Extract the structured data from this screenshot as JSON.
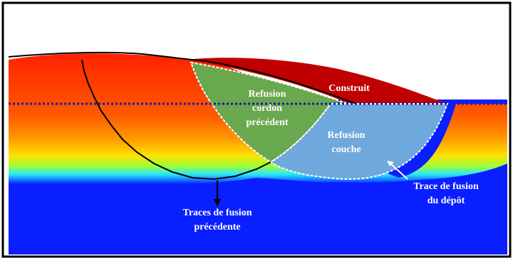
{
  "labels": {
    "construit": "Construit",
    "refusion_cordon": [
      "Refusion",
      "cordon",
      "précédent"
    ],
    "refusion_couche": [
      "Refusion",
      "couche"
    ],
    "trace_depot": [
      "Trace de fusion",
      "du dépôt"
    ],
    "traces_precedente": [
      "Traces de fusion",
      "précédente"
    ]
  },
  "colors": {
    "substrate": "#0a1fff",
    "hot_red": "#ff2a00",
    "orange": "#ff7a00",
    "yellow": "#ffd400",
    "construit": "#c00000",
    "refusion_cordon": "#6aa84f",
    "refusion_couche": "#6fa8dc",
    "dotted_line": "#1a1aa0",
    "frame": "#000000"
  }
}
